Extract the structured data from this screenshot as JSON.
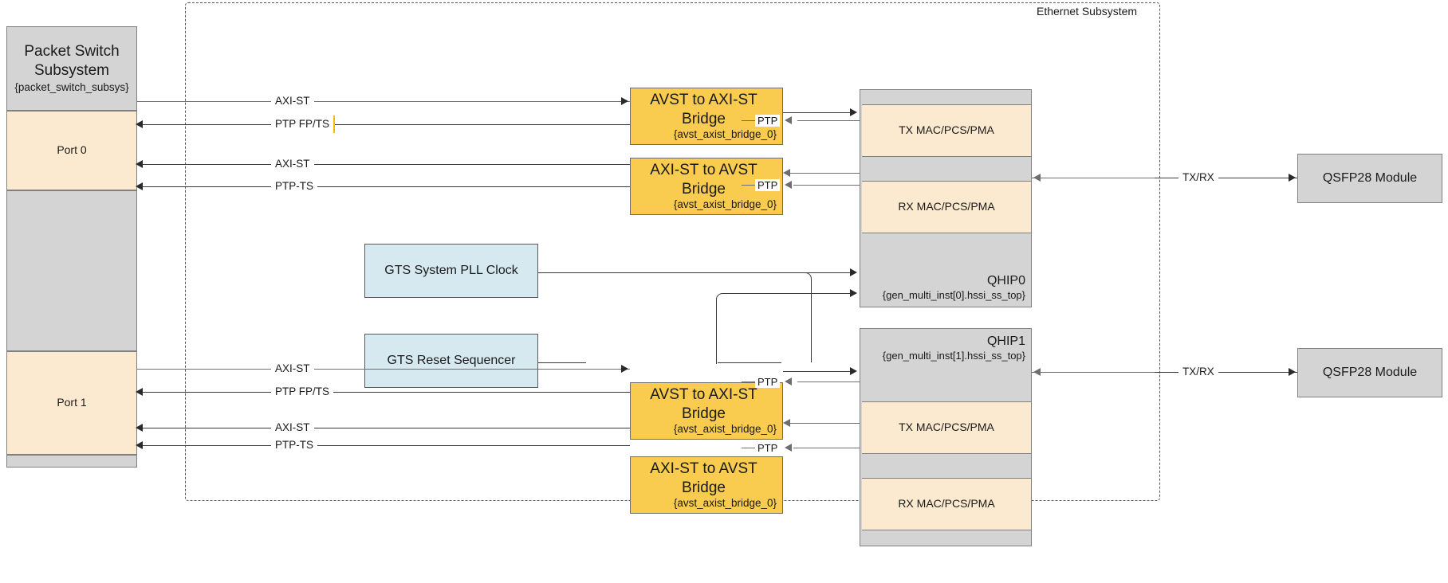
{
  "diagram": {
    "subsystem_boundary_label": "Ethernet Subsystem",
    "packet_switch": {
      "title_line1": "Packet Switch",
      "title_line2": "Subsystem",
      "instance": "{packet_switch_subsys}",
      "port0": "Port 0",
      "port1": "Port 1"
    },
    "bridges": [
      {
        "name": "AVST to AXI-ST Bridge",
        "instance": "{avst_axist_bridge_0}"
      },
      {
        "name": "AXI-ST to AVST Bridge",
        "instance": "{avst_axist_bridge_0}"
      },
      {
        "name": "AVST to AXI-ST Bridge",
        "instance": "{avst_axist_bridge_0}"
      },
      {
        "name": "AXI-ST to AVST Bridge",
        "instance": "{avst_axist_bridge_0}"
      }
    ],
    "gts_blocks": [
      {
        "label": "GTS System PLL Clock"
      },
      {
        "label": "GTS Reset Sequencer"
      }
    ],
    "qhips": [
      {
        "name": "QHIP0",
        "instance": "{gen_multi_inst[0].hssi_ss_top}",
        "tx": "TX MAC/PCS/PMA",
        "rx": "RX MAC/PCS/PMA"
      },
      {
        "name": "QHIP1",
        "instance": "{gen_multi_inst[1].hssi_ss_top}",
        "tx": "TX MAC/PCS/PMA",
        "rx": "RX MAC/PCS/PMA"
      }
    ],
    "modules": [
      {
        "label": "QSFP28 Module"
      },
      {
        "label": "QSFP28 Module"
      }
    ],
    "signals": {
      "axi_st": "AXI-ST",
      "ptp_fp_ts": "PTP FP/TS",
      "ptp_ts": "PTP-TS",
      "ptp": "PTP",
      "tx_rx": "TX/RX"
    },
    "colors": {
      "gray_block": "#d4d4d4",
      "cream_block": "#fcead0",
      "orange_block": "#f9cb4e",
      "blue_block": "#d7e9f0",
      "line": "#3a3a3a"
    }
  }
}
